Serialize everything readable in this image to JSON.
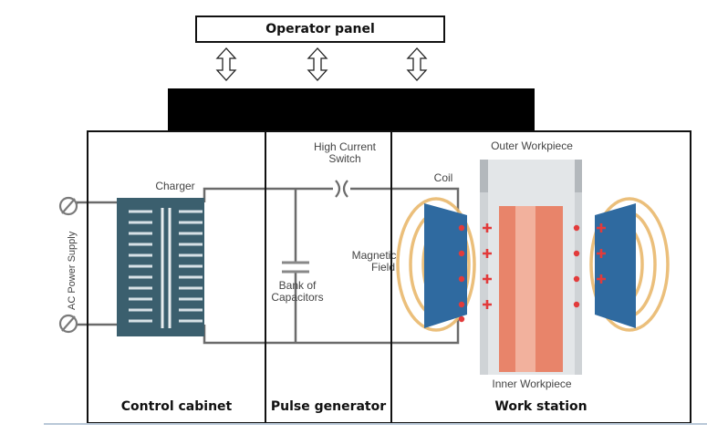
{
  "top": {
    "operator_panel": "Operator panel"
  },
  "sections": {
    "control_cabinet": "Control cabinet",
    "pulse_generator": "Pulse generator",
    "work_station": "Work station"
  },
  "diagram_labels": {
    "ac_power_supply": "AC Power Supply",
    "charger": "Charger",
    "high_current_switch_line1": "High Current",
    "high_current_switch_line2": "Switch",
    "bank_of_capacitors_line1": "Bank of",
    "bank_of_capacitors_line2": "Capacitors",
    "magnetic_field_line1": "Magnetic",
    "magnetic_field_line2": "Field",
    "coil": "Coil",
    "outer_workpiece": "Outer Workpiece",
    "inner_workpiece": "Inner Workpiece"
  },
  "colors": {
    "outline": "#111111",
    "wire": "#6b6b6b",
    "coil_blue": "#2f6aa0",
    "field_orange": "#e2a94a",
    "inner_workpiece": "#e8846a",
    "charge_red": "#e23b3b",
    "transformer_body": "#3b5f6e"
  }
}
